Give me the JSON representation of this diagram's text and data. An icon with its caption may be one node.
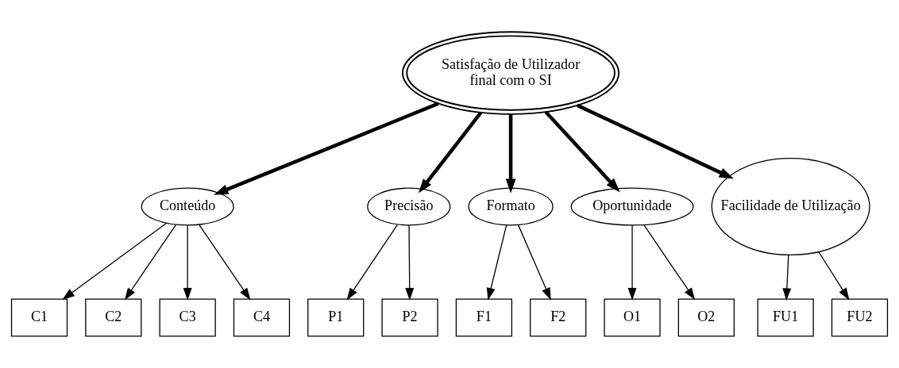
{
  "diagram": {
    "nodes": [
      {
        "text": [
          "Satisfação de Utilizador final com o SI"
        ]
      },
      {
        "text": [
          "Conteúdo"
        ]
      },
      {
        "text": [
          "Precisão"
        ]
      },
      {
        "text": [
          "Formato"
        ]
      },
      {
        "text": [
          "Oportunidade"
        ]
      },
      {
        "text": [
          "Facilidade de Utilização"
        ]
      },
      {
        "text": [
          "C1"
        ]
      },
      {
        "text": [
          "C2"
        ]
      },
      {
        "text": [
          "C3"
        ]
      },
      {
        "text": [
          "C4"
        ]
      },
      {
        "text": [
          "P1"
        ]
      },
      {
        "text": [
          "P2"
        ]
      },
      {
        "text": [
          "F1"
        ]
      },
      {
        "text": [
          "F2"
        ]
      },
      {
        "text": [
          "O1"
        ]
      },
      {
        "text": [
          "O2"
        ]
      },
      {
        "text": [
          "FU1"
        ]
      },
      {
        "text": [
          "FU2"
        ]
      }
    ],
    "edges": [
      {
        "from": 0,
        "to": 1,
        "arrow": "to",
        "style": "thick"
      },
      {
        "from": 0,
        "to": 2,
        "arrow": "to",
        "style": "thick"
      },
      {
        "from": 0,
        "to": 3,
        "arrow": "to",
        "style": "thick"
      },
      {
        "from": 0,
        "to": 4,
        "arrow": "to",
        "style": "thick"
      },
      {
        "from": 0,
        "to": 5,
        "arrow": "to",
        "style": "thick"
      },
      {
        "from": 1,
        "to": 6,
        "arrow": "to"
      },
      {
        "from": 1,
        "to": 7,
        "arrow": "to"
      },
      {
        "from": 1,
        "to": 8,
        "arrow": "to"
      },
      {
        "from": 1,
        "to": 9,
        "arrow": "to"
      },
      {
        "from": 2,
        "to": 10,
        "arrow": "to"
      },
      {
        "from": 2,
        "to": 11,
        "arrow": "to"
      },
      {
        "from": 3,
        "to": 12,
        "arrow": "to"
      },
      {
        "from": 3,
        "to": 13,
        "arrow": "to"
      },
      {
        "from": 4,
        "to": 14,
        "arrow": "to"
      },
      {
        "from": 4,
        "to": 15,
        "arrow": "to"
      },
      {
        "from": 5,
        "to": 16,
        "arrow": "to"
      },
      {
        "from": 5,
        "to": 17,
        "arrow": "to"
      }
    ]
  }
}
